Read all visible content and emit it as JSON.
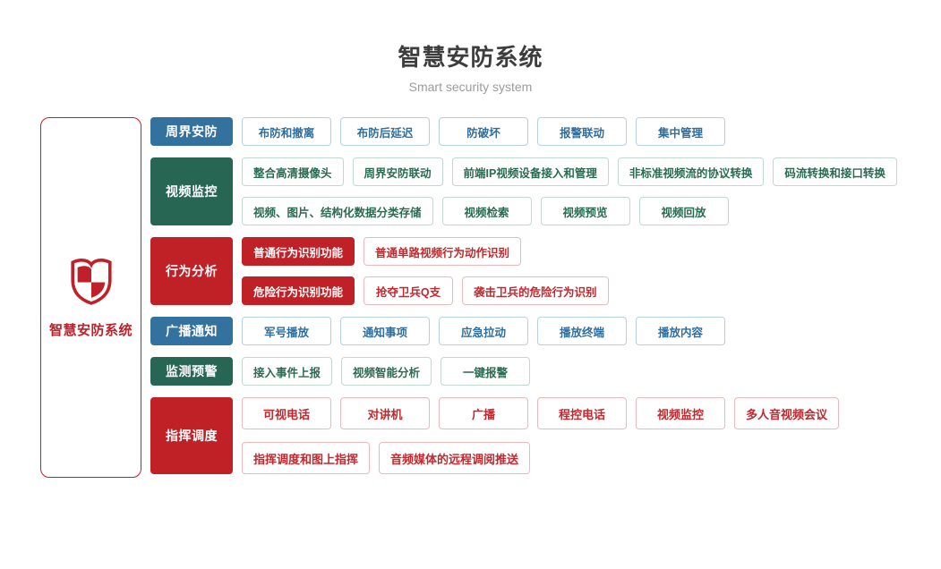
{
  "header": {
    "title": "智慧安防系统",
    "subtitle": "Smart security system"
  },
  "root": {
    "label": "智慧安防系统",
    "icon": "shield-icon",
    "border_color": "#c0202a"
  },
  "palette": {
    "blue": {
      "bg": "#33719E",
      "text": "#2F6E9E",
      "border": "#B5D0E3"
    },
    "green": {
      "bg": "#266653",
      "text": "#2B6B52",
      "border": "#C2D8CF"
    },
    "red": {
      "bg": "#BF2127",
      "text": "#C2282E",
      "border": "#ECB9BB"
    }
  },
  "groups": [
    {
      "id": "perimeter-security",
      "label": "周界安防",
      "color": "blue",
      "rows": [
        [
          {
            "text": "布防和撤离"
          },
          {
            "text": "布防后延迟"
          },
          {
            "text": "防破坏"
          },
          {
            "text": "报警联动"
          },
          {
            "text": "集中管理"
          }
        ]
      ]
    },
    {
      "id": "video-surveillance",
      "label": "视频监控",
      "color": "green",
      "rows": [
        [
          {
            "text": "整合高清摄像头"
          },
          {
            "text": "周界安防联动"
          },
          {
            "text": "前端IP视频设备接入和管理"
          },
          {
            "text": "非标准视频流的协议转换"
          },
          {
            "text": "码流转换和接口转换"
          }
        ],
        [
          {
            "text": "视频、图片、结构化数据分类存储"
          },
          {
            "text": "视频检索"
          },
          {
            "text": "视频预览"
          },
          {
            "text": "视频回放"
          }
        ]
      ]
    },
    {
      "id": "behavior-analysis",
      "label": "行为分析",
      "color": "red",
      "rows": [
        [
          {
            "text": "普通行为识别功能",
            "filled": true
          },
          {
            "text": "普通单路视频行为动作识别"
          }
        ],
        [
          {
            "text": "危险行为识别功能",
            "filled": true
          },
          {
            "text": "抢夺卫兵Q支"
          },
          {
            "text": "袭击卫兵的危险行为识别"
          }
        ]
      ]
    },
    {
      "id": "broadcast-notification",
      "label": "广播通知",
      "color": "blue",
      "rows": [
        [
          {
            "text": "军号播放"
          },
          {
            "text": "通知事项"
          },
          {
            "text": "应急拉动"
          },
          {
            "text": "播放终端"
          },
          {
            "text": "播放内容"
          }
        ]
      ]
    },
    {
      "id": "monitoring-warning",
      "label": "监测预警",
      "color": "green",
      "rows": [
        [
          {
            "text": "接入事件上报"
          },
          {
            "text": "视频智能分析"
          },
          {
            "text": "一键报警"
          }
        ]
      ]
    },
    {
      "id": "command-dispatch",
      "label": "指挥调度",
      "color": "red",
      "rows": [
        [
          {
            "text": "可视电话"
          },
          {
            "text": "对讲机"
          },
          {
            "text": "广播"
          },
          {
            "text": "程控电话"
          },
          {
            "text": "视频监控"
          },
          {
            "text": "多人音视频会议"
          }
        ],
        [
          {
            "text": "指挥调度和图上指挥"
          },
          {
            "text": "音频媒体的远程调阅推送"
          }
        ]
      ]
    }
  ]
}
